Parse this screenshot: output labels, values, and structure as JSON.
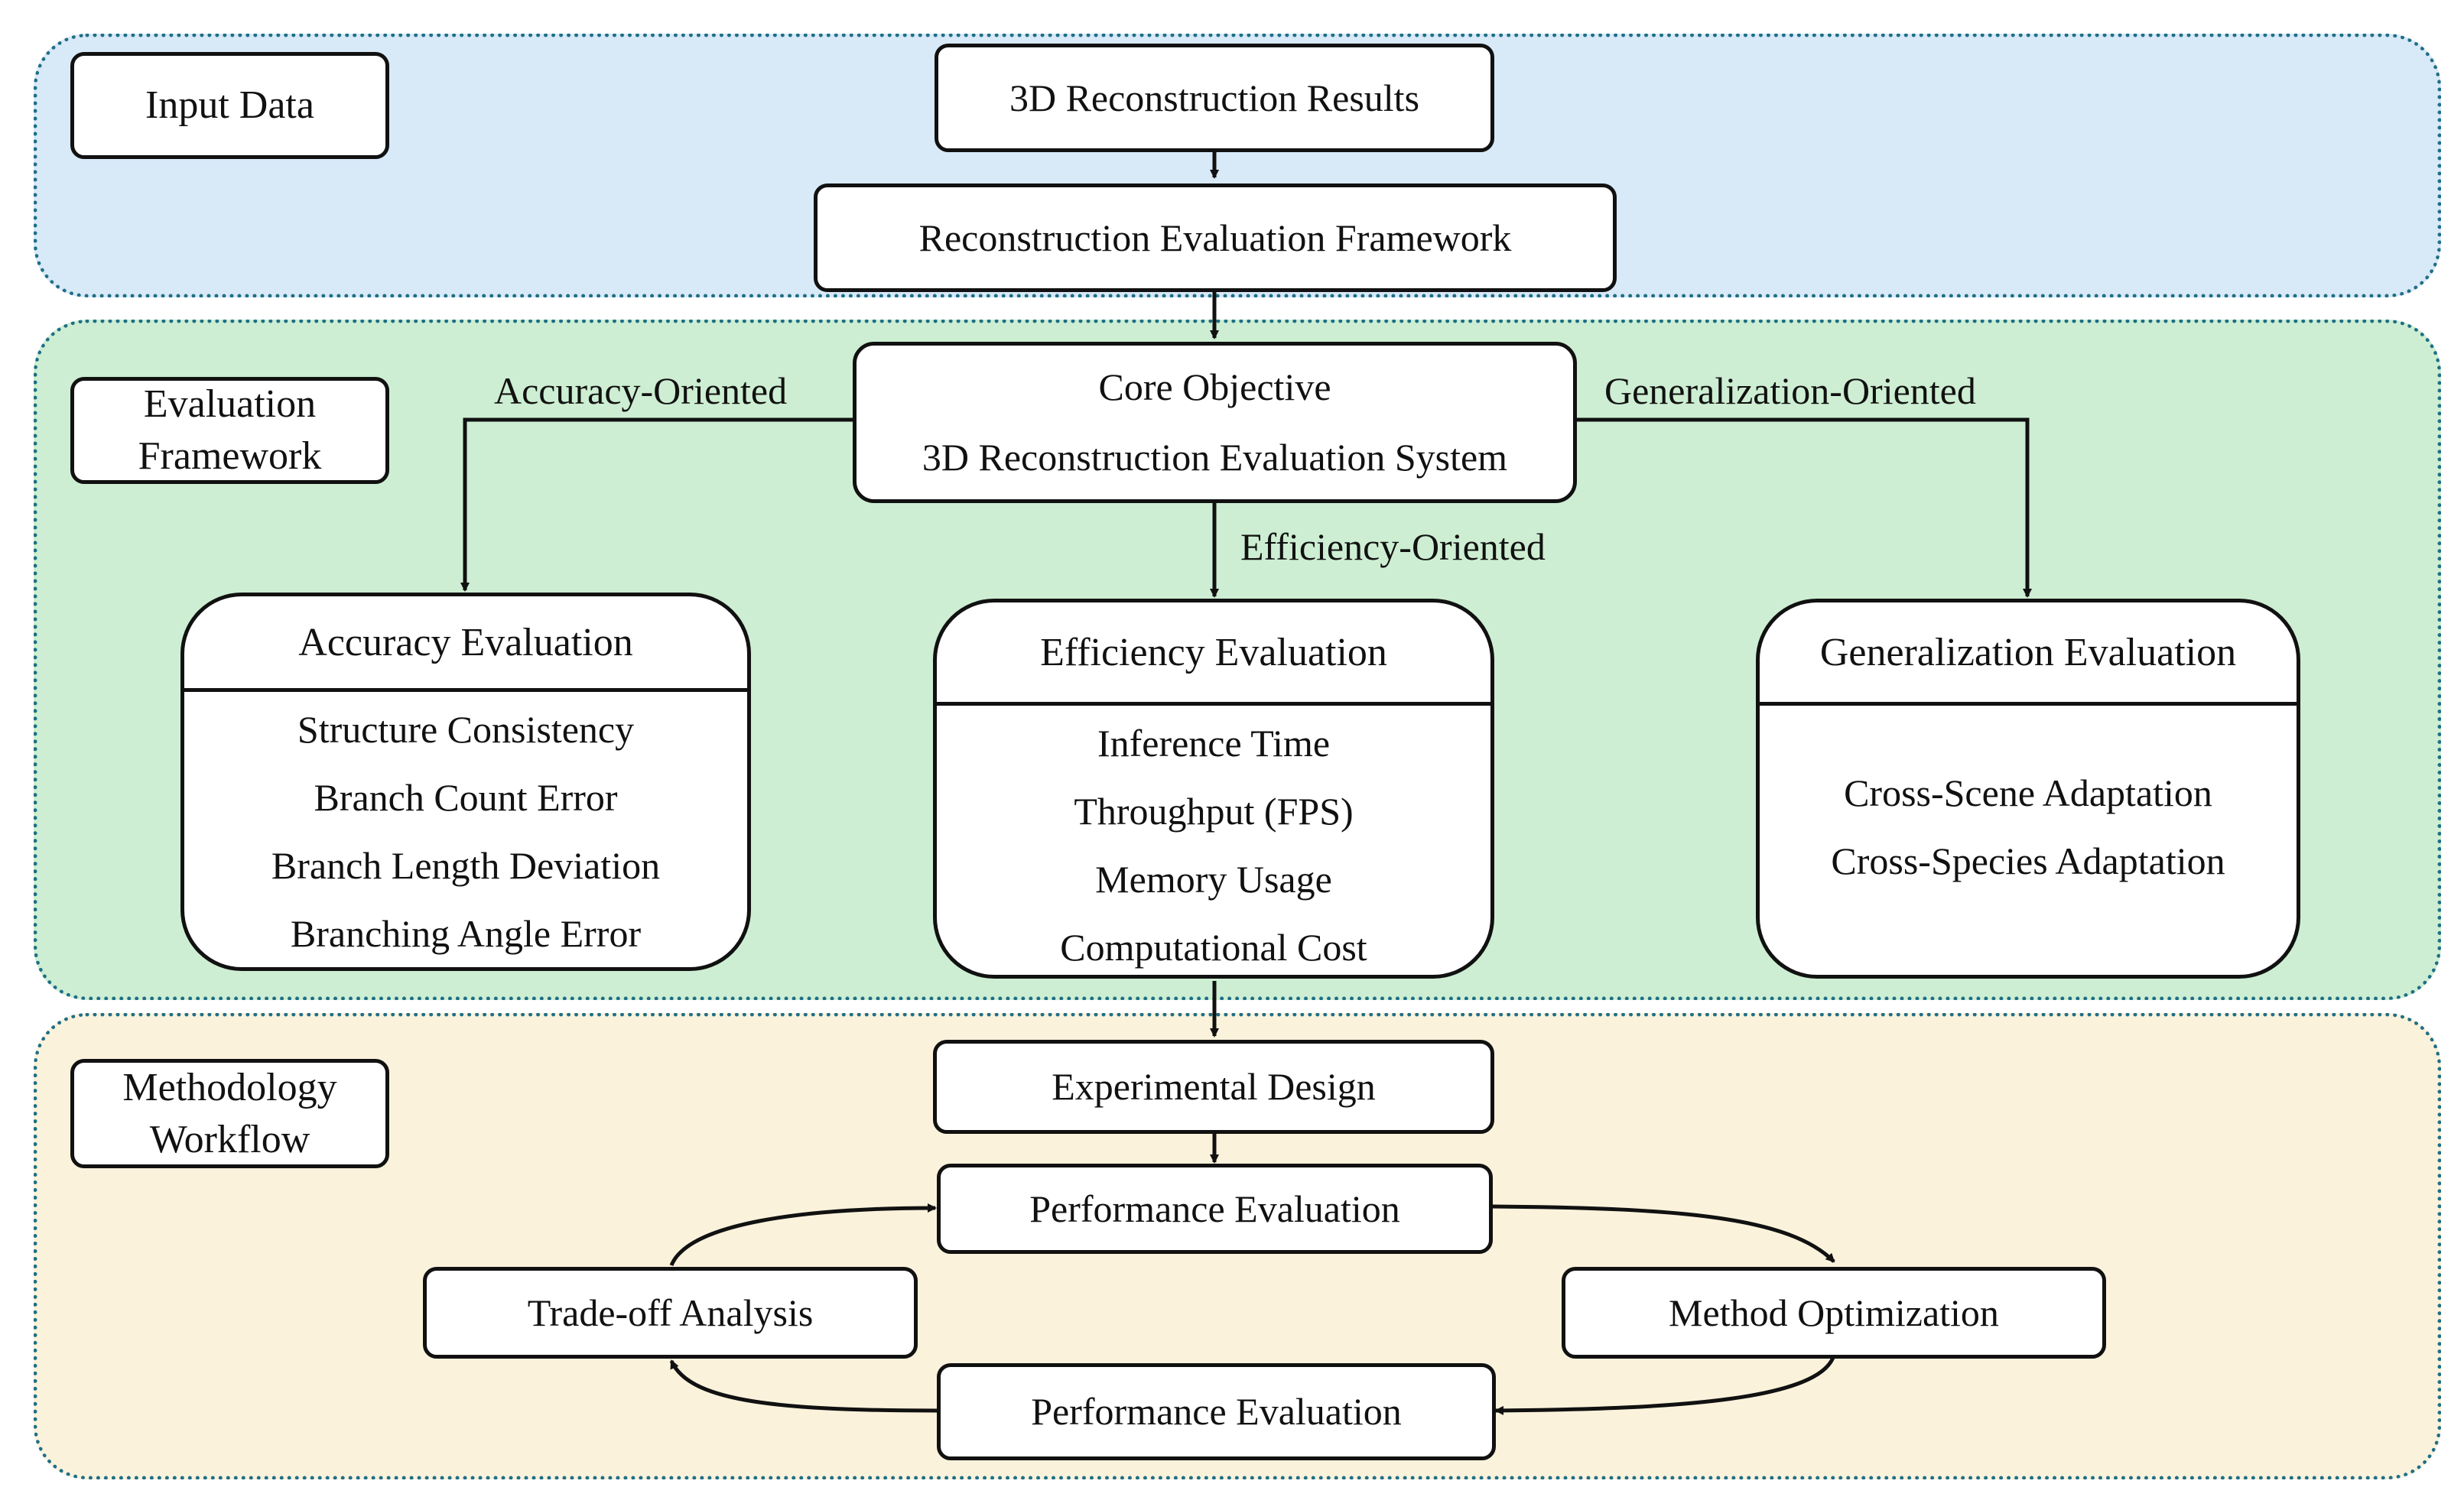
{
  "sections": {
    "input": {
      "tag": "Input Data",
      "results": "3D Reconstruction Results",
      "framework": "Reconstruction Evaluation Framework"
    },
    "evaluation": {
      "tag_line1": "Evaluation",
      "tag_line2": "Framework",
      "core_line1": "Core Objective",
      "core_line2": "3D Reconstruction Evaluation System",
      "label_accuracy": "Accuracy-Oriented",
      "label_efficiency": "Efficiency-Oriented",
      "label_generalization": "Generalization-Oriented",
      "accuracy": {
        "title": "Accuracy Evaluation",
        "items": [
          "Structure Consistency",
          "Branch Count Error",
          "Branch Length Deviation",
          "Branching Angle Error"
        ]
      },
      "efficiency": {
        "title": "Efficiency Evaluation",
        "items": [
          "Inference Time",
          "Throughput (FPS)",
          "Memory Usage",
          "Computational Cost"
        ]
      },
      "generalization": {
        "title": "Generalization Evaluation",
        "items": [
          "Cross-Scene Adaptation",
          "Cross-Species Adaptation"
        ]
      }
    },
    "methodology": {
      "tag_line1": "Methodology",
      "tag_line2": "Workflow",
      "experimental_design": "Experimental Design",
      "performance_top": "Performance Evaluation",
      "tradeoff": "Trade-off Analysis",
      "optimization": "Method Optimization",
      "performance_bottom": "Performance Evaluation"
    }
  },
  "colors": {
    "input_bg": "#d8e9f8",
    "evaluation_bg": "#cdeed2",
    "methodology_bg": "#fbf2dc",
    "region_border": "#1f6f86"
  }
}
